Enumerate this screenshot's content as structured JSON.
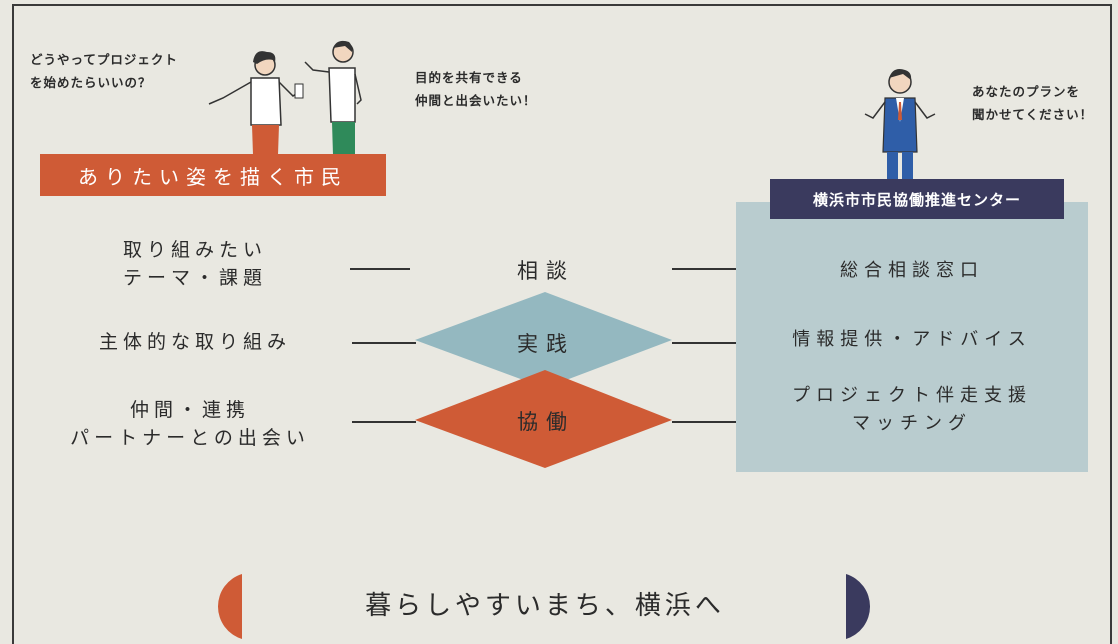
{
  "citizen": {
    "bubble_left": [
      "どうやってプロジェクト",
      "を始めたらいいの？"
    ],
    "bubble_right": [
      "目的を共有できる",
      "仲間と出会いたい！"
    ],
    "banner": "ありたい姿を描く市民"
  },
  "center": {
    "bubble": [
      "あなたのプランを",
      "聞かせてください！"
    ],
    "title": "横浜市市民協働推進センター"
  },
  "rows": [
    {
      "left": [
        "取り組みたい",
        "テーマ・課題"
      ],
      "middle": "相談",
      "right": [
        "総合相談窓口"
      ]
    },
    {
      "left": [
        "主体的な取り組み"
      ],
      "middle": "実践",
      "right": [
        "情報提供・アドバイス"
      ]
    },
    {
      "left": [
        "仲間・連携",
        "パートナーとの出会い"
      ],
      "middle": "協働",
      "right": [
        "プロジェクト伴走支援",
        "マッチング"
      ]
    }
  ],
  "goal": "暮らしやすいまち、横浜へ",
  "colors": {
    "orange": "#cf5b36",
    "teal": "#94b8c0",
    "navy": "#3a3a5e",
    "panel": "#b9cccf",
    "background": "#e9e8e1"
  }
}
